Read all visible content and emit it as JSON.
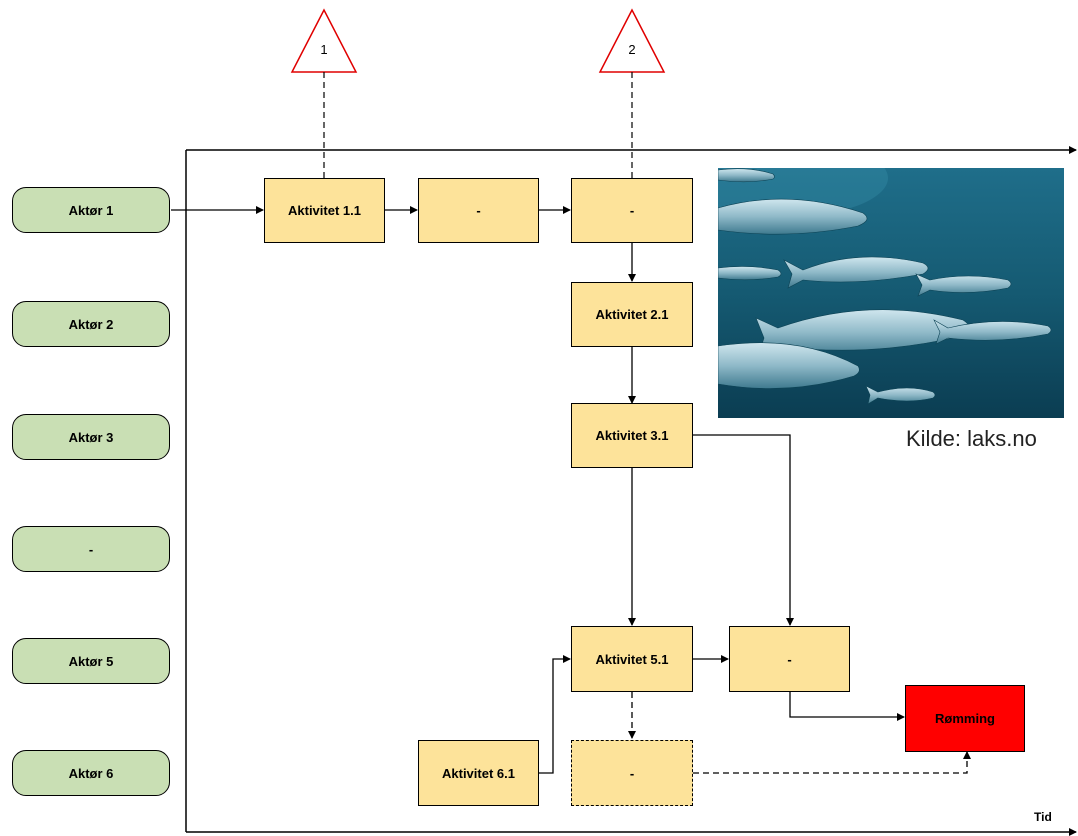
{
  "actors": [
    "Aktør 1",
    "Aktør 2",
    "Aktør 3",
    "-",
    "Aktør 5",
    "Aktør 6"
  ],
  "activities": {
    "a11": "Aktivitet 1.1",
    "a12": "-",
    "a13": "-",
    "a21": "Aktivitet 2.1",
    "a31": "Aktivitet 3.1",
    "a51": "Aktivitet 5.1",
    "a52": "-",
    "a61": "Aktivitet 6.1",
    "a62": "-"
  },
  "outcome": "Rømming",
  "triangles": [
    "1",
    "2"
  ],
  "axis": {
    "time_label": "Tid"
  },
  "image": {
    "caption": "Kilde: laks.no"
  },
  "colors": {
    "actor_fill": "#c9dfb4",
    "activity_fill": "#fde39a",
    "outcome_fill": "#ff0000",
    "triangle_stroke": "#e00000"
  }
}
